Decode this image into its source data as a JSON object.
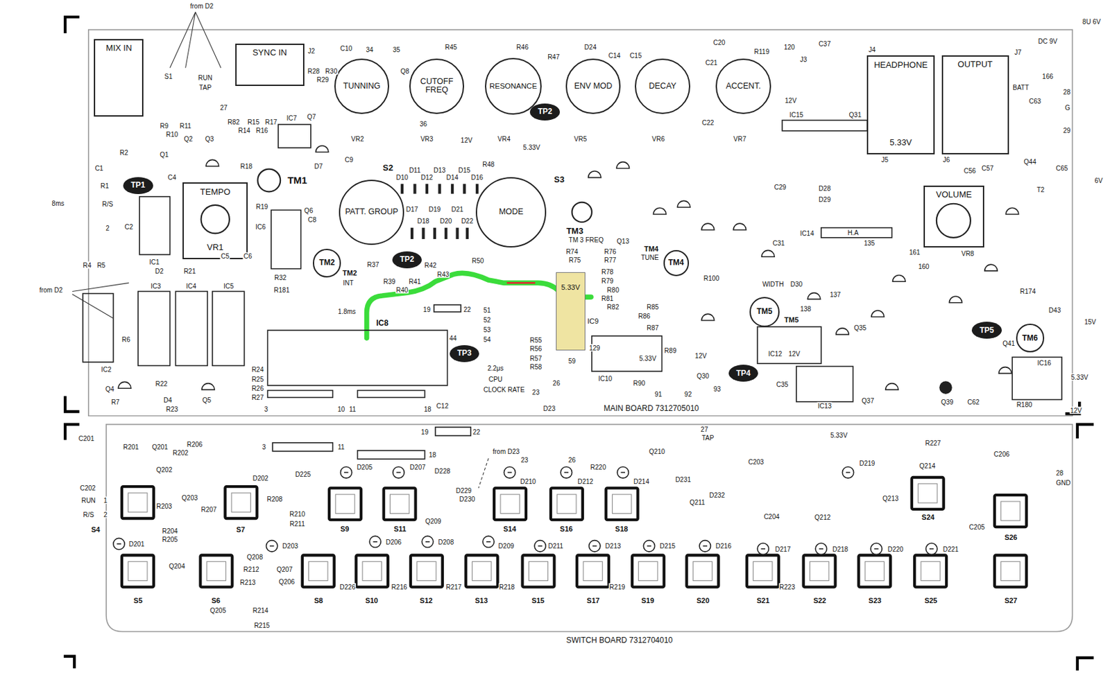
{
  "diagram": {
    "nodes": [
      {
        "text": [
          "MIX IN"
        ]
      },
      {
        "text": [
          "SYNC IN"
        ]
      },
      {
        "text": [
          "TUNNING"
        ]
      },
      {
        "text": [
          "CUTOFF FREQ"
        ]
      },
      {
        "text": [
          "RESONANCE"
        ]
      },
      {
        "text": [
          "ENV MOD"
        ]
      },
      {
        "text": [
          "DECAY"
        ]
      },
      {
        "text": [
          "ACCENT."
        ]
      },
      {
        "text": [
          "HEADPHONE",
          "5.33V"
        ]
      },
      {
        "text": [
          "OUTPUT"
        ]
      },
      {
        "text": [
          "VOLUME"
        ]
      },
      {
        "text": [
          "TEMPO",
          "VR1"
        ]
      },
      {
        "text": [
          "PATT. GROUP"
        ]
      },
      {
        "text": [
          "MODE"
        ]
      },
      {
        "text": [
          "5.33V",
          "IC9"
        ]
      },
      {
        "text": [
          "TP1"
        ]
      },
      {
        "text": [
          "TP2"
        ]
      },
      {
        "text": [
          "TP2"
        ]
      },
      {
        "text": [
          "TP3"
        ]
      },
      {
        "text": [
          "TP4"
        ]
      },
      {
        "text": [
          "TP5"
        ]
      },
      {
        "text": [
          "TM2"
        ]
      },
      {
        "text": [
          "TM4"
        ]
      },
      {
        "text": [
          "TM5"
        ]
      },
      {
        "text": [
          "TM6"
        ]
      }
    ],
    "labels": [
      "from D2",
      "S1",
      "RUN",
      "TAP",
      "27",
      "J2",
      "R9",
      "R10",
      "R11",
      "Q2",
      "Q3",
      "R82",
      "R14",
      "R15",
      "R16",
      "R17",
      "IC7",
      "Q7",
      "R28",
      "R29",
      "R30",
      "C10",
      "34",
      "35",
      "Q8",
      "R45",
      "R46",
      "R47",
      "D24",
      "C14",
      "C15",
      "C20",
      "C21",
      "R119",
      "120",
      "J3",
      "J4",
      "J7",
      "8U 6V",
      "DC 9V",
      "VR2",
      "VR3",
      "12V",
      "VR4",
      "5.33V",
      "VR5",
      "VR6",
      "VR7",
      "36",
      "C22",
      "12V",
      "IC15",
      "Q31",
      "C37",
      "BATT",
      "28",
      "G",
      "29",
      "C63",
      "166",
      "J5",
      "J6",
      "6V",
      "T2",
      "C65",
      "C56",
      "C57",
      "Q44",
      "8ms",
      "R/S",
      "2",
      "from D2",
      "C1",
      "R2",
      "R1",
      "Q1",
      "C4",
      "TM1",
      "R18",
      "C9",
      "D7",
      "R19",
      "Q6",
      "C8",
      "R21",
      "C2",
      "IC1",
      "D2",
      "C5",
      "C6",
      "R32",
      "R181",
      "R4",
      "R5",
      "IC3",
      "IC4",
      "IC5",
      "R6",
      "IC2",
      "R24",
      "R25",
      "R26",
      "R27",
      "Q4",
      "R7",
      "R22",
      "D4",
      "R23",
      "Q5",
      "3",
      "IC6",
      "S2",
      "D10",
      "D11",
      "D12",
      "D13",
      "D14",
      "D15",
      "D16",
      "R48",
      "S3",
      "D17",
      "D18",
      "D19",
      "D20",
      "D21",
      "D22",
      "TM2",
      "INT",
      "1.8ms",
      "R37",
      "R39",
      "R40",
      "R41",
      "R42",
      "R43",
      "R50",
      "IC8",
      "19",
      "22",
      "51",
      "52",
      "53",
      "54",
      "44",
      "2.2μs",
      "CPU",
      "CLOCK RATE",
      "R55",
      "R56",
      "R57",
      "R58",
      "10",
      "11",
      "18",
      "C12",
      "26",
      "23",
      "D23",
      "129",
      "59",
      "TM3",
      "TM 3 FREQ",
      "R74",
      "R75",
      "R76",
      "R77",
      "R78",
      "R79",
      "R80",
      "R81",
      "R82",
      "R85",
      "R86",
      "R87",
      "R89",
      "5.33V",
      "IC10",
      "R90",
      "91",
      "92",
      "93",
      "Q30",
      "12V",
      "Q13",
      "TM4",
      "TUNE",
      "R100",
      "WIDTH",
      "D30",
      "138",
      "137",
      "TM5",
      "IC12",
      "12V",
      "C35",
      "IC13",
      "Q37",
      "IC14",
      "H.A",
      "135",
      "VR8",
      "160",
      "161",
      "R174",
      "D43",
      "15V",
      "Q41",
      "IC16",
      "5.33V",
      "12V",
      "R180",
      "C62",
      "Q39",
      "5.33V",
      "MAIN BOARD 7312705010",
      "Q35",
      "C29",
      "D28",
      "D29",
      "C31",
      "19",
      "22",
      "3",
      "11",
      "18",
      "27",
      "TAP",
      "23",
      "26",
      "from D23",
      "28",
      "GND",
      "C201",
      "R201",
      "Q201",
      "C202",
      "Q202",
      "RUN",
      "R/S",
      "1",
      "2",
      "S4",
      "S5",
      "S6",
      "S7",
      "S8",
      "S9",
      "S10",
      "S11",
      "S12",
      "S13",
      "S14",
      "S15",
      "S16",
      "S17",
      "S18",
      "S19",
      "S20",
      "S21",
      "S22",
      "S23",
      "S24",
      "S25",
      "S26",
      "S27",
      "SWITCH BOARD 7312704010",
      "D201",
      "R203",
      "R204",
      "R205",
      "Q204",
      "Q203",
      "R207",
      "D202",
      "R208",
      "R210",
      "R211",
      "D203",
      "Q208",
      "Q207",
      "R212",
      "R213",
      "Q206",
      "Q205",
      "R214",
      "R215",
      "D225",
      "D205",
      "D207",
      "D206",
      "D208",
      "D228",
      "D229",
      "D230",
      "Q209",
      "D209",
      "D210",
      "D211",
      "D212",
      "D213",
      "D214",
      "D215",
      "D216",
      "D217",
      "D218",
      "D219",
      "D220",
      "D221",
      "C203",
      "C204",
      "C205",
      "C206",
      "Q210",
      "D231",
      "Q211",
      "D232",
      "Q212",
      "Q214",
      "R227",
      "R216",
      "R217",
      "R218",
      "R219",
      "R223",
      "D226",
      "R220",
      "R206",
      "R202",
      "Q213"
    ]
  }
}
